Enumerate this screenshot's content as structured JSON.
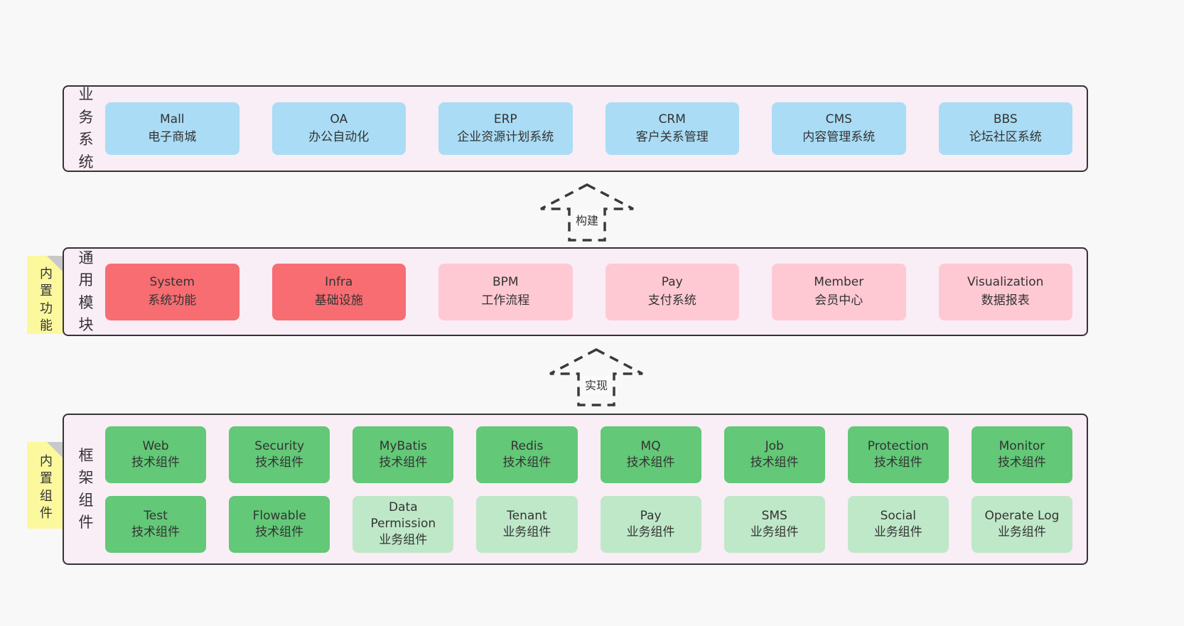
{
  "colors": {
    "page_bg": "#f8f8f8",
    "layer_bg": "#f9edf6",
    "layer_border": "#343434",
    "business_card": "#aadcf5",
    "module_card_red": "#f76d72",
    "module_card_pink": "#ffc9d3",
    "tech_card_green": "#63c877",
    "biz_card_light_green": "#bfe8c8",
    "note_yellow": "#fbf89e",
    "note_fold_gray": "#c8c8c8",
    "text": "#333333"
  },
  "arrows": [
    {
      "label": "构建"
    },
    {
      "label": "实现"
    }
  ],
  "layers": {
    "business": {
      "label": "业务系统",
      "items": [
        {
          "name": "Mall",
          "desc": "电子商城"
        },
        {
          "name": "OA",
          "desc": "办公自动化"
        },
        {
          "name": "ERP",
          "desc": "企业资源计划系统"
        },
        {
          "name": "CRM",
          "desc": "客户关系管理"
        },
        {
          "name": "CMS",
          "desc": "内容管理系统"
        },
        {
          "name": "BBS",
          "desc": "论坛社区系统"
        }
      ]
    },
    "modules": {
      "label": "通用模块",
      "note": "内置功能",
      "items": [
        {
          "name": "System",
          "desc": "系统功能",
          "variant": "red"
        },
        {
          "name": "Infra",
          "desc": "基础设施",
          "variant": "red"
        },
        {
          "name": "BPM",
          "desc": "工作流程",
          "variant": "pink"
        },
        {
          "name": "Pay",
          "desc": "支付系统",
          "variant": "pink"
        },
        {
          "name": "Member",
          "desc": "会员中心",
          "variant": "pink"
        },
        {
          "name": "Visualization",
          "desc": "数据报表",
          "variant": "pink"
        }
      ]
    },
    "framework": {
      "label": "框架组件",
      "note": "内置组件",
      "items": [
        {
          "name": "Web",
          "desc": "技术组件",
          "variant": "tech-dark"
        },
        {
          "name": "Security",
          "desc": "技术组件",
          "variant": "tech-dark"
        },
        {
          "name": "MyBatis",
          "desc": "技术组件",
          "variant": "tech-dark"
        },
        {
          "name": "Redis",
          "desc": "技术组件",
          "variant": "tech-dark"
        },
        {
          "name": "MQ",
          "desc": "技术组件",
          "variant": "tech-dark"
        },
        {
          "name": "Job",
          "desc": "技术组件",
          "variant": "tech-dark"
        },
        {
          "name": "Protection",
          "desc": "技术组件",
          "variant": "tech-dark"
        },
        {
          "name": "Monitor",
          "desc": "技术组件",
          "variant": "tech-dark"
        },
        {
          "name": "Test",
          "desc": "技术组件",
          "variant": "tech-dark"
        },
        {
          "name": "Flowable",
          "desc": "技术组件",
          "variant": "tech-dark"
        },
        {
          "name": "Data Permission",
          "desc": "业务组件",
          "variant": "tech-light"
        },
        {
          "name": "Tenant",
          "desc": "业务组件",
          "variant": "tech-light"
        },
        {
          "name": "Pay",
          "desc": "业务组件",
          "variant": "tech-light"
        },
        {
          "name": "SMS",
          "desc": "业务组件",
          "variant": "tech-light"
        },
        {
          "name": "Social",
          "desc": "业务组件",
          "variant": "tech-light"
        },
        {
          "name": "Operate Log",
          "desc": "业务组件",
          "variant": "tech-light"
        }
      ]
    }
  }
}
